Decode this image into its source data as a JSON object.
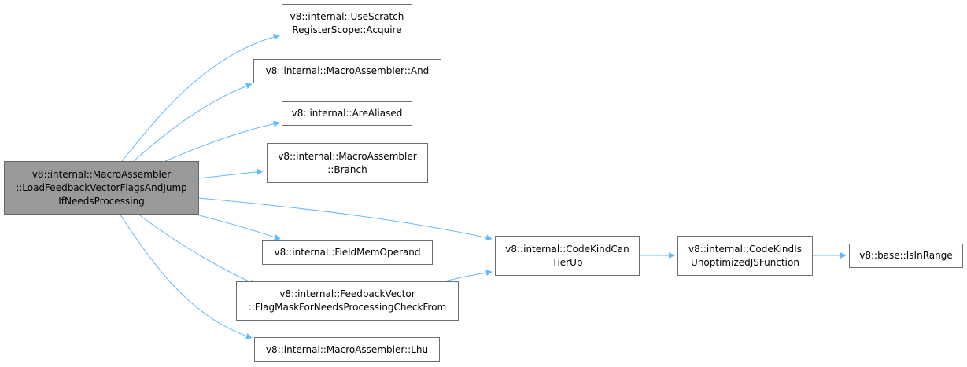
{
  "diagram": {
    "type": "call-graph",
    "edge_color": "#63b8ff",
    "root": {
      "lines": [
        "v8::internal::MacroAssembler",
        "::LoadFeedbackVectorFlagsAndJump",
        "IfNeedsProcessing"
      ],
      "fill": "#999999"
    },
    "nodes": [
      {
        "id": "acquire",
        "lines": [
          "v8::internal::UseScratch",
          "RegisterScope::Acquire"
        ]
      },
      {
        "id": "and",
        "lines": [
          "v8::internal::MacroAssembler::And"
        ]
      },
      {
        "id": "arealiased",
        "lines": [
          "v8::internal::AreAliased"
        ]
      },
      {
        "id": "branch",
        "lines": [
          "v8::internal::MacroAssembler",
          "::Branch"
        ]
      },
      {
        "id": "fieldmemoperand",
        "lines": [
          "v8::internal::FieldMemOperand"
        ]
      },
      {
        "id": "flagmask",
        "lines": [
          "v8::internal::FeedbackVector",
          "::FlagMaskForNeedsProcessingCheckFrom"
        ]
      },
      {
        "id": "lhu",
        "lines": [
          "v8::internal::MacroAssembler::Lhu"
        ]
      },
      {
        "id": "codekindcantierup",
        "lines": [
          "v8::internal::CodeKindCan",
          "TierUp"
        ]
      },
      {
        "id": "codekindisunoptimized",
        "lines": [
          "v8::internal::CodeKindIs",
          "UnoptimizedJSFunction"
        ]
      },
      {
        "id": "isinrange",
        "lines": [
          "v8::base::IsInRange"
        ]
      }
    ],
    "edges": [
      {
        "from": "root",
        "to": "acquire"
      },
      {
        "from": "root",
        "to": "and"
      },
      {
        "from": "root",
        "to": "arealiased"
      },
      {
        "from": "root",
        "to": "branch"
      },
      {
        "from": "root",
        "to": "codekindcantierup"
      },
      {
        "from": "root",
        "to": "fieldmemoperand"
      },
      {
        "from": "root",
        "to": "flagmask"
      },
      {
        "from": "root",
        "to": "lhu"
      },
      {
        "from": "flagmask",
        "to": "codekindcantierup"
      },
      {
        "from": "codekindcantierup",
        "to": "codekindisunoptimized"
      },
      {
        "from": "codekindisunoptimized",
        "to": "isinrange"
      }
    ]
  }
}
